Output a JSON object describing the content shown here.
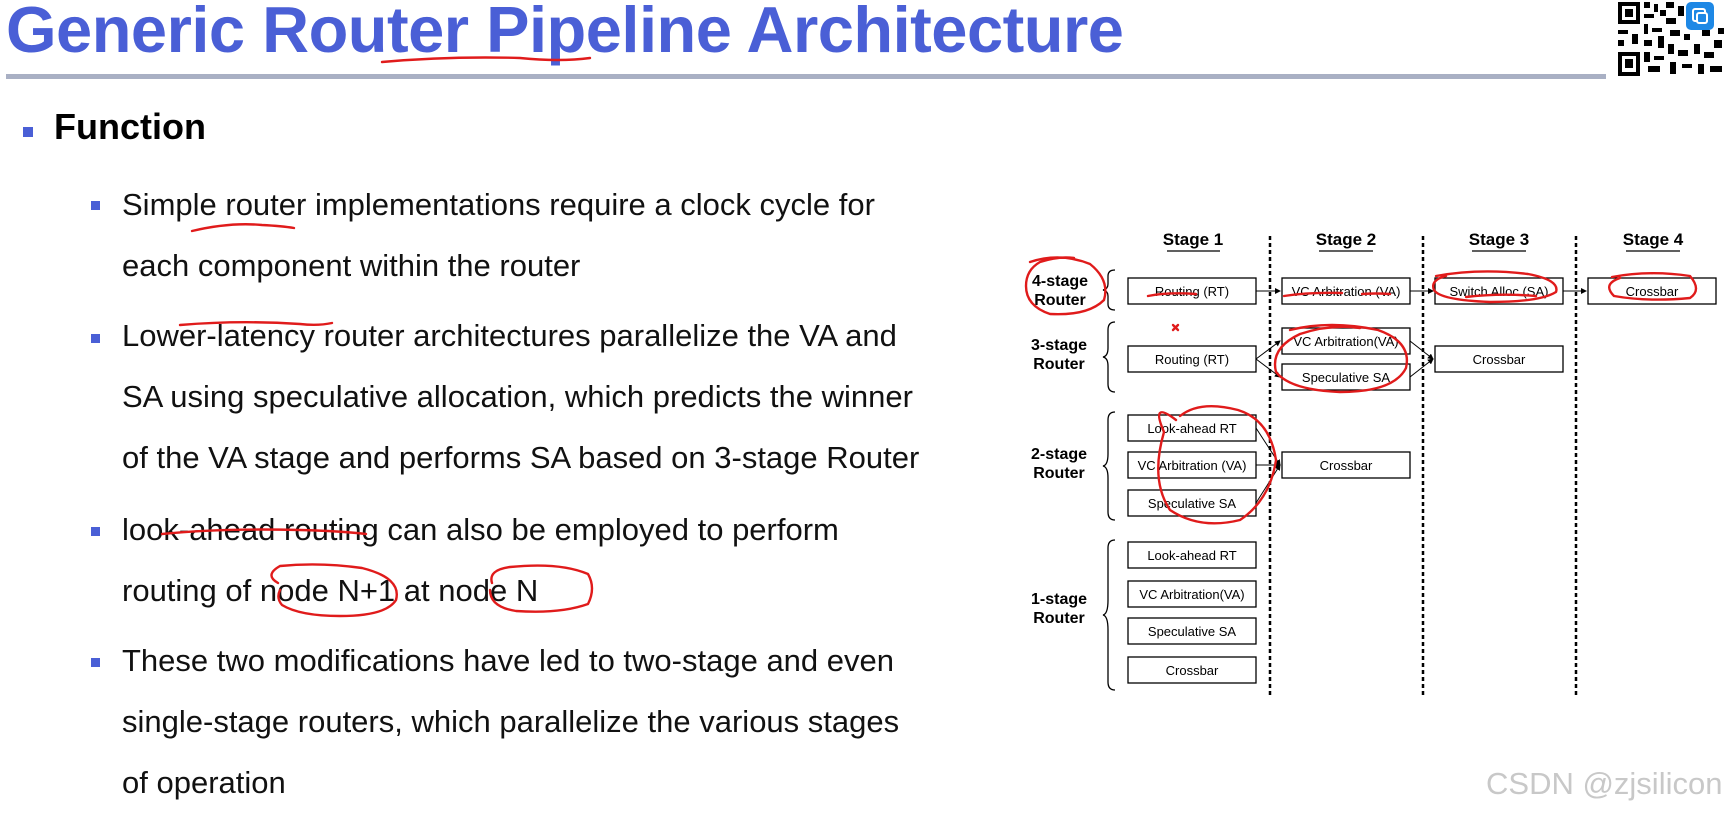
{
  "title": "Generic Router Pipeline Architecture",
  "section_heading": "Function",
  "bullets": [
    {
      "lines": [
        "Simple router implementations require a clock cycle for",
        "each component within the router"
      ]
    },
    {
      "lines": [
        "Lower-latency router architectures parallelize the VA and",
        "SA using speculative allocation, which predicts the winner",
        "of the VA stage and performs SA based on 3-stage Router"
      ]
    },
    {
      "lines": [
        "look-ahead routing can also be employed to perform",
        "routing of node N+1 at node N"
      ]
    },
    {
      "lines": [
        "These two modifications have led to two-stage and even",
        "single-stage routers, which parallelize the various stages",
        "of operation"
      ]
    }
  ],
  "diagram": {
    "stages": [
      "Stage 1",
      "Stage 2",
      "Stage 3",
      "Stage 4"
    ],
    "rows": {
      "four_stage": {
        "label": [
          "4-stage",
          "Router"
        ],
        "boxes": [
          "Routing  (RT)",
          "VC Arbitration  (VA)",
          "Switch Alloc.(SA)",
          "Crossbar"
        ]
      },
      "three_stage": {
        "label": [
          "3-stage",
          "Router"
        ],
        "boxes": [
          "Routing  (RT)",
          "VC Arbitration(VA)",
          "Speculative SA",
          "Crossbar"
        ]
      },
      "two_stage": {
        "label": [
          "2-stage",
          "Router"
        ],
        "boxes": [
          "Look-ahead RT",
          "VC Arbitration (VA)",
          "Speculative SA",
          "Crossbar"
        ]
      },
      "one_stage": {
        "label": [
          "1-stage",
          "Router"
        ],
        "boxes": [
          "Look-ahead RT",
          "VC Arbitration(VA)",
          "Speculative SA",
          "Crossbar"
        ]
      }
    }
  },
  "watermark": "CSDN @zjsilicon",
  "colors": {
    "title": "#4a5fd6",
    "bullet": "#4a5fd6",
    "annotation": "#e01b1b",
    "rule": "#a9b0c4"
  }
}
